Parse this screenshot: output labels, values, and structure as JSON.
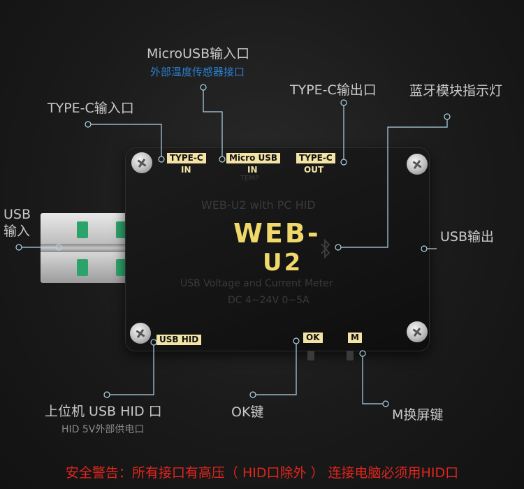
{
  "labels": {
    "microusb_in": "MicroUSB输入口",
    "temp_sensor": "外部温度传感器接口",
    "typec_out": "TYPE-C输出口",
    "bluetooth": "蓝牙模块指示灯",
    "typec_in": "TYPE-C输入口",
    "usb_in_line1": "USB",
    "usb_in_line2": "输入",
    "usb_out": "USB输出",
    "hid_port": "上位机 USB HID 口",
    "hid_power": "HID 5V外部供电口",
    "ok_key": "OK键",
    "m_key": "M换屏键"
  },
  "board": {
    "tag_typec_in": "TYPE-C",
    "tag_typec_in_sub": "IN",
    "tag_micro_usb": "Micro USB",
    "tag_micro_usb_sub": "IN",
    "tag_temp": "TEMP",
    "tag_typec_out": "TYPE-C",
    "tag_typec_out_sub": "OUT",
    "subtitle": "WEB-U2 with PC HID",
    "title_line1": "WEB-",
    "title_line2": "U2",
    "desc_line1": "USB Voltage and Current Meter",
    "desc_line2": "DC 4~24V 0~5A",
    "tag_usb_hid": "USB HID",
    "tag_ok": "OK",
    "tag_m": "M"
  },
  "warning": "安全警告：所有接口有高压（ HID口除外 ） 连接电脑必须用HID口",
  "colors": {
    "line": "#b0d4e8",
    "label": "#c9c9c9",
    "accent_blue": "#2a7fd1",
    "tag_bg": "#f3e3a4",
    "title_gold": "#f0d96a",
    "warning_red": "#e2251e",
    "usb_pad_green": "#2ca36b"
  },
  "icons": [
    "bluetooth-icon",
    "screw-icon"
  ]
}
